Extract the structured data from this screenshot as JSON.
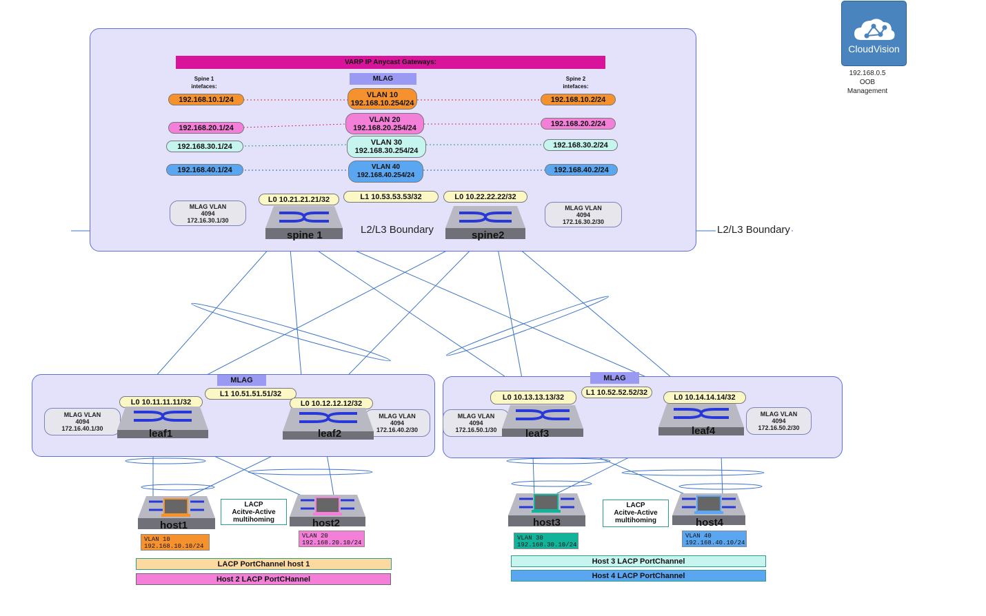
{
  "cloudvision": {
    "logo_text": "CloudVision",
    "info": "192.168.0.5\nOOB\nManagement"
  },
  "spine_area": {
    "varp_banner": "VARP IP Anycast Gateways:",
    "mlag_header": "MLAG",
    "spine1_header": "Spine 1\nintefaces:",
    "spine2_header": "Spine 2\nintefaces:",
    "rows": [
      {
        "spine1": "192.168.10.1/24",
        "vlan": "VLAN 10\n192.168.10.254/24",
        "spine2": "192.168.10.2/24",
        "color": "#f6922e"
      },
      {
        "spine1": "192.168.20.1/24",
        "vlan": "VLAN 20\n192.168.20.254/24",
        "spine2": "192.168.20.2/24",
        "color": "#f47fd9"
      },
      {
        "spine1": "192.168.30.1/24",
        "vlan": "VLAN 30\n192.168.30.254/24",
        "spine2": "192.168.30.2/24",
        "color": "#c5f5ee"
      },
      {
        "spine1": "192.168.40.1/24",
        "vlan": "VLAN 40\n192.168.40.254/24",
        "spine2": "192.168.40.2/24",
        "color": "#5aa6f0"
      }
    ],
    "loopbacks": {
      "spine1": "L0 10.21.21.21/32",
      "l1": "L1 10.53.53.53/32",
      "spine2": "L0 10.22.22.22/32"
    },
    "mlag_vlan_left": "MLAG VLAN\n4094\n172.16.30.1/30",
    "mlag_vlan_right": "MLAG VLAN\n4094\n172.16.30.2/30",
    "boundary_inner": "L2/L3 Boundary",
    "boundary_outer": "L2/L3 Boundary",
    "spine1_name": "spine 1",
    "spine2_name": "spine2"
  },
  "leaf_left": {
    "mlag_header": "MLAG",
    "l0_leaf1": "L0 10.11.11.11/32",
    "l1": "L1 10.51.51.51/32",
    "l0_leaf2": "L0 10.12.12.12/32",
    "mlag_vlan_left": "MLAG VLAN\n4094\n172.16.40.1/30",
    "mlag_vlan_right": "MLAG VLAN\n4094\n172.16.40.2/30",
    "leaf1_name": "leaf1",
    "leaf2_name": "leaf2"
  },
  "leaf_right": {
    "mlag_header": "MLAG",
    "l0_leaf3": "L0 10.13.13.13/32",
    "l1": "L1 10.52.52.52/32",
    "l0_leaf4": "L0 10.14.14.14/32",
    "mlag_vlan_left": "MLAG VLAN\n4094\n172.16.50.1/30",
    "mlag_vlan_right": "MLAG VLAN\n4094\n172.16.50.2/30",
    "leaf3_name": "leaf3",
    "leaf4_name": "leaf4"
  },
  "hosts": {
    "host1": {
      "name": "host1",
      "vlan": "VLAN 10\n192.168.10.10/24",
      "color": "#f6922e"
    },
    "host2": {
      "name": "host2",
      "vlan": "VLAN 20\n192.168.20.10/24",
      "color": "#f47fd9"
    },
    "host3": {
      "name": "host3",
      "vlan": "VLAN 30\n192.168.30.10/24",
      "color": "#12b39b"
    },
    "host4": {
      "name": "host4",
      "vlan": "VLAN 40\n192.168.40.10/24",
      "color": "#5aa6f0"
    },
    "lacp_left": "LACP\nAcitve-Active\nmultihoming",
    "lacp_right": "LACP\nAcitve-Active\nmultihoming"
  },
  "legend": {
    "lacp_host1": "LACP PortChannel host 1",
    "lacp_host2": "Host 2 LACP PortCHannel",
    "lacp_host3": "Host 3 LACP PortChannel",
    "lacp_host4": "Host 4 LACP PortChannel"
  }
}
